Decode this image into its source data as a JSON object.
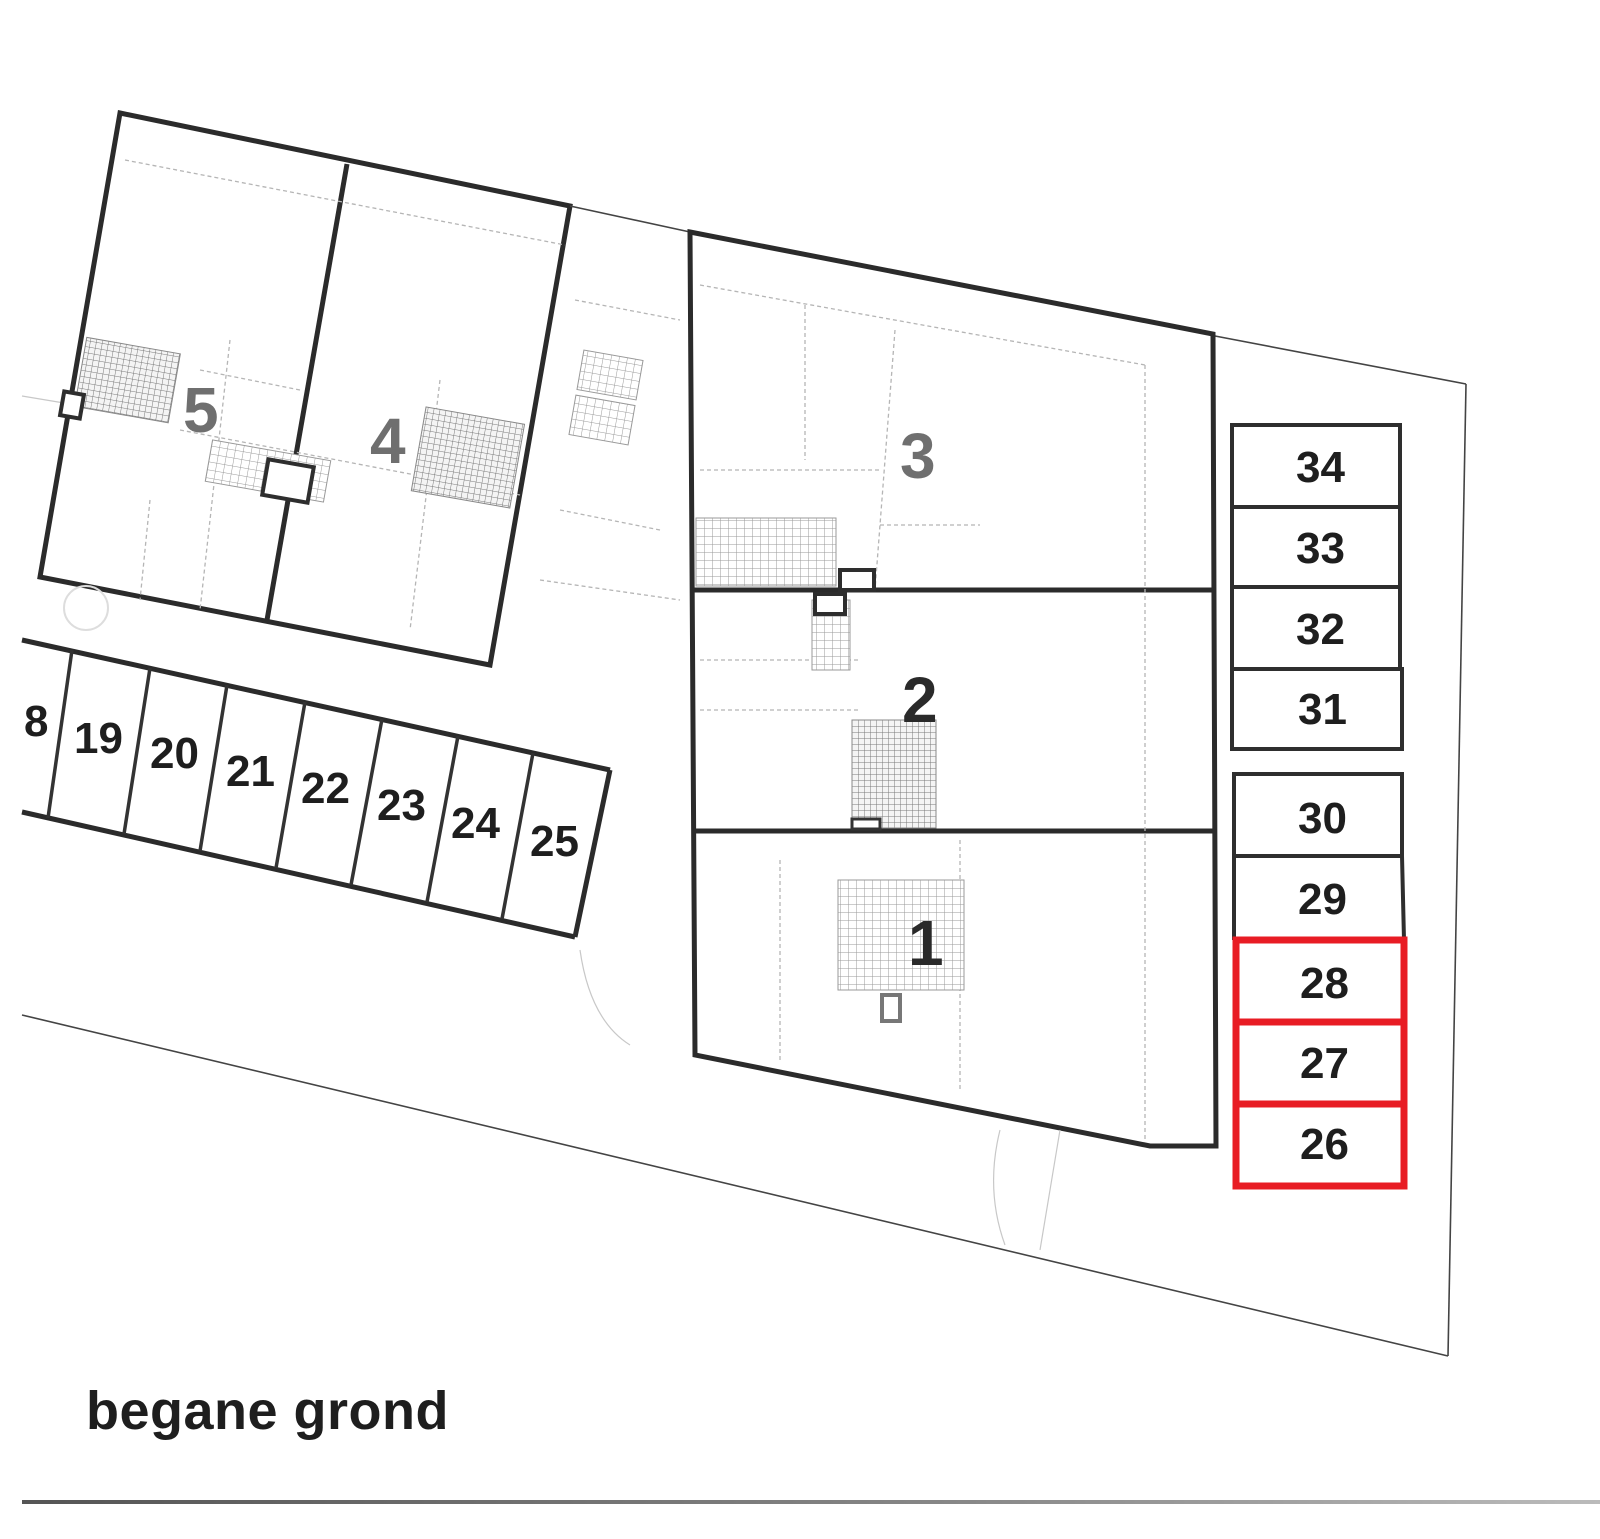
{
  "title": "begane grond",
  "units": [
    {
      "id": "1",
      "label": "1",
      "tone": "dark"
    },
    {
      "id": "2",
      "label": "2",
      "tone": "dark"
    },
    {
      "id": "3",
      "label": "3",
      "tone": "gray"
    },
    {
      "id": "4",
      "label": "4",
      "tone": "gray"
    },
    {
      "id": "5",
      "label": "5",
      "tone": "gray"
    }
  ],
  "storage_row_bottom_left": [
    "8",
    "19",
    "20",
    "21",
    "22",
    "23",
    "24",
    "25"
  ],
  "storage_column_right_upper": [
    "34",
    "33",
    "32",
    "31"
  ],
  "storage_column_right_lower": [
    "30",
    "29"
  ],
  "storage_highlighted": [
    "28",
    "27",
    "26"
  ],
  "colors": {
    "line": "#2b2b2b",
    "highlight": "#e81c24",
    "label_gray": "#6f6f6f",
    "background": "#ffffff"
  }
}
